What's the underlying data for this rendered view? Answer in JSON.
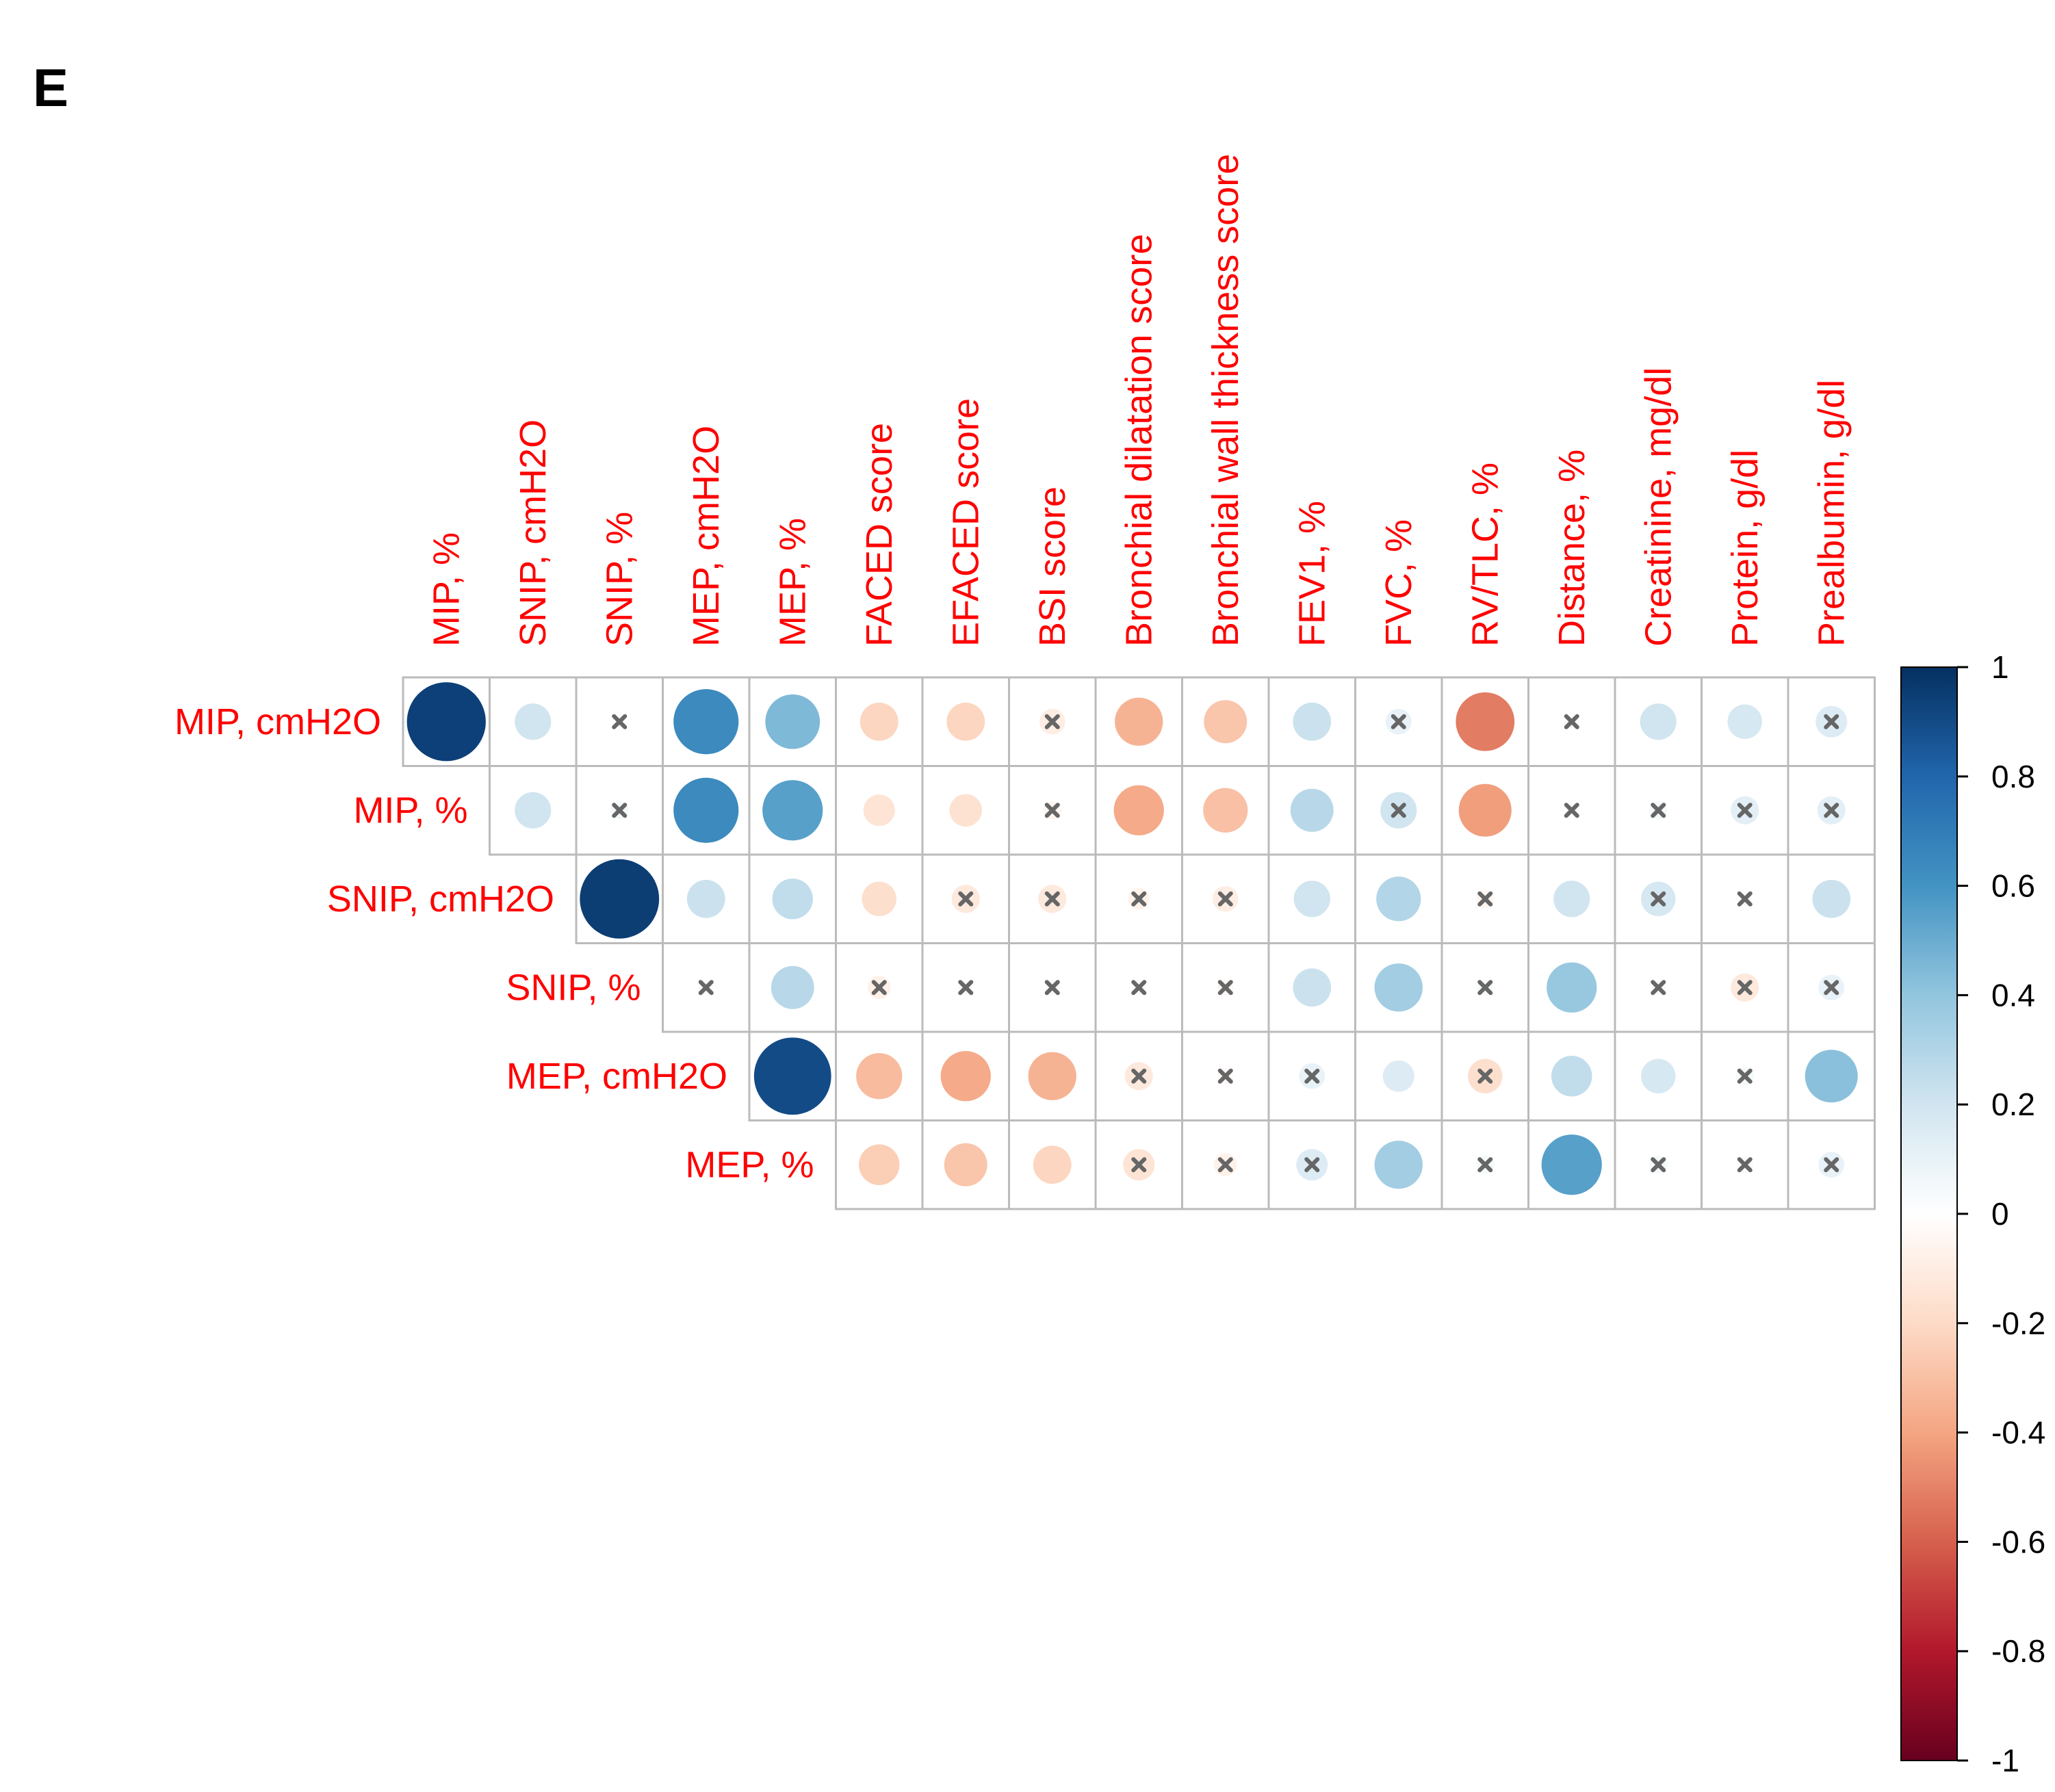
{
  "panel_label": "E",
  "chart_data": {
    "type": "heatmap",
    "subtype": "correlation-matrix-circles",
    "row_labels": [
      "MIP, cmH2O",
      "MIP, %",
      "SNIP, cmH2O",
      "SNIP, %",
      "MEP, cmH2O",
      "MEP, %"
    ],
    "column_labels": [
      "MIP, %",
      "SNIP, cmH2O",
      "SNIP, %",
      "MEP, cmH2O",
      "MEP, %",
      "FACED score",
      "EFACED score",
      "BSI score",
      "Bronchial dilatation score",
      "Bronchial wall thickness score",
      "FEV1, %",
      "FVC, %",
      "RV/TLC, %",
      "Distance, %",
      "Creatinine, mg/dl",
      "Protein, g/dl",
      "Prealbumin, g/dl"
    ],
    "row_start_columns": [
      0,
      1,
      2,
      3,
      4,
      5
    ],
    "values": [
      [
        0.94,
        0.2,
        0.02,
        0.64,
        0.45,
        -0.22,
        -0.22,
        -0.1,
        -0.35,
        -0.28,
        0.22,
        0.1,
        -0.52,
        0.03,
        0.2,
        0.18,
        0.15
      ],
      [
        null,
        0.2,
        0.05,
        0.64,
        0.55,
        -0.15,
        -0.16,
        -0.05,
        -0.38,
        -0.3,
        0.28,
        0.2,
        -0.42,
        0.02,
        0.05,
        0.12,
        0.12
      ],
      [
        null,
        null,
        0.95,
        0.22,
        0.25,
        -0.18,
        -0.12,
        -0.12,
        -0.07,
        -0.1,
        0.2,
        0.3,
        -0.05,
        0.2,
        0.18,
        0.03,
        0.22
      ],
      [
        null,
        null,
        null,
        0.03,
        0.28,
        -0.08,
        -0.03,
        -0.03,
        -0.03,
        -0.04,
        0.22,
        0.35,
        0.04,
        0.38,
        0.03,
        -0.12,
        0.1
      ],
      [
        null,
        null,
        null,
        null,
        0.9,
        -0.32,
        -0.38,
        -0.35,
        -0.12,
        -0.04,
        0.1,
        0.15,
        -0.18,
        0.25,
        0.18,
        0.05,
        0.42
      ],
      [
        null,
        null,
        null,
        null,
        null,
        -0.25,
        -0.28,
        -0.22,
        -0.15,
        -0.08,
        0.15,
        0.35,
        0.05,
        0.55,
        0.05,
        0.04,
        0.1
      ]
    ],
    "not_significant": [
      [
        false,
        false,
        true,
        false,
        false,
        false,
        false,
        true,
        false,
        false,
        false,
        true,
        false,
        true,
        false,
        false,
        true
      ],
      [
        false,
        false,
        true,
        false,
        false,
        false,
        false,
        true,
        false,
        false,
        false,
        true,
        false,
        true,
        true,
        true,
        true
      ],
      [
        false,
        false,
        false,
        false,
        false,
        false,
        true,
        true,
        true,
        true,
        false,
        false,
        true,
        false,
        true,
        true,
        false
      ],
      [
        false,
        false,
        false,
        true,
        false,
        true,
        true,
        true,
        true,
        true,
        false,
        false,
        true,
        false,
        true,
        true,
        true
      ],
      [
        false,
        false,
        false,
        false,
        false,
        false,
        false,
        false,
        true,
        true,
        true,
        false,
        true,
        false,
        false,
        true,
        false
      ],
      [
        false,
        false,
        false,
        false,
        false,
        false,
        false,
        false,
        true,
        true,
        true,
        false,
        true,
        false,
        true,
        true,
        true
      ]
    ],
    "colorbar": {
      "range": [
        -1,
        1
      ],
      "tick_labels": [
        "1",
        "0.8",
        "0.6",
        "0.4",
        "0.2",
        "0",
        "-0.2",
        "-0.4",
        "-0.6",
        "-0.8",
        "-1"
      ],
      "stops": [
        "#67001f",
        "#b2182b",
        "#d6604d",
        "#f4a582",
        "#fddbc7",
        "#ffffff",
        "#d1e5f0",
        "#92c5de",
        "#4393c3",
        "#2166ac",
        "#053061"
      ]
    },
    "label_color": "#ff0000",
    "grid_color": "#bbbbbb",
    "nonsignificant_marker_color": "#666666"
  }
}
